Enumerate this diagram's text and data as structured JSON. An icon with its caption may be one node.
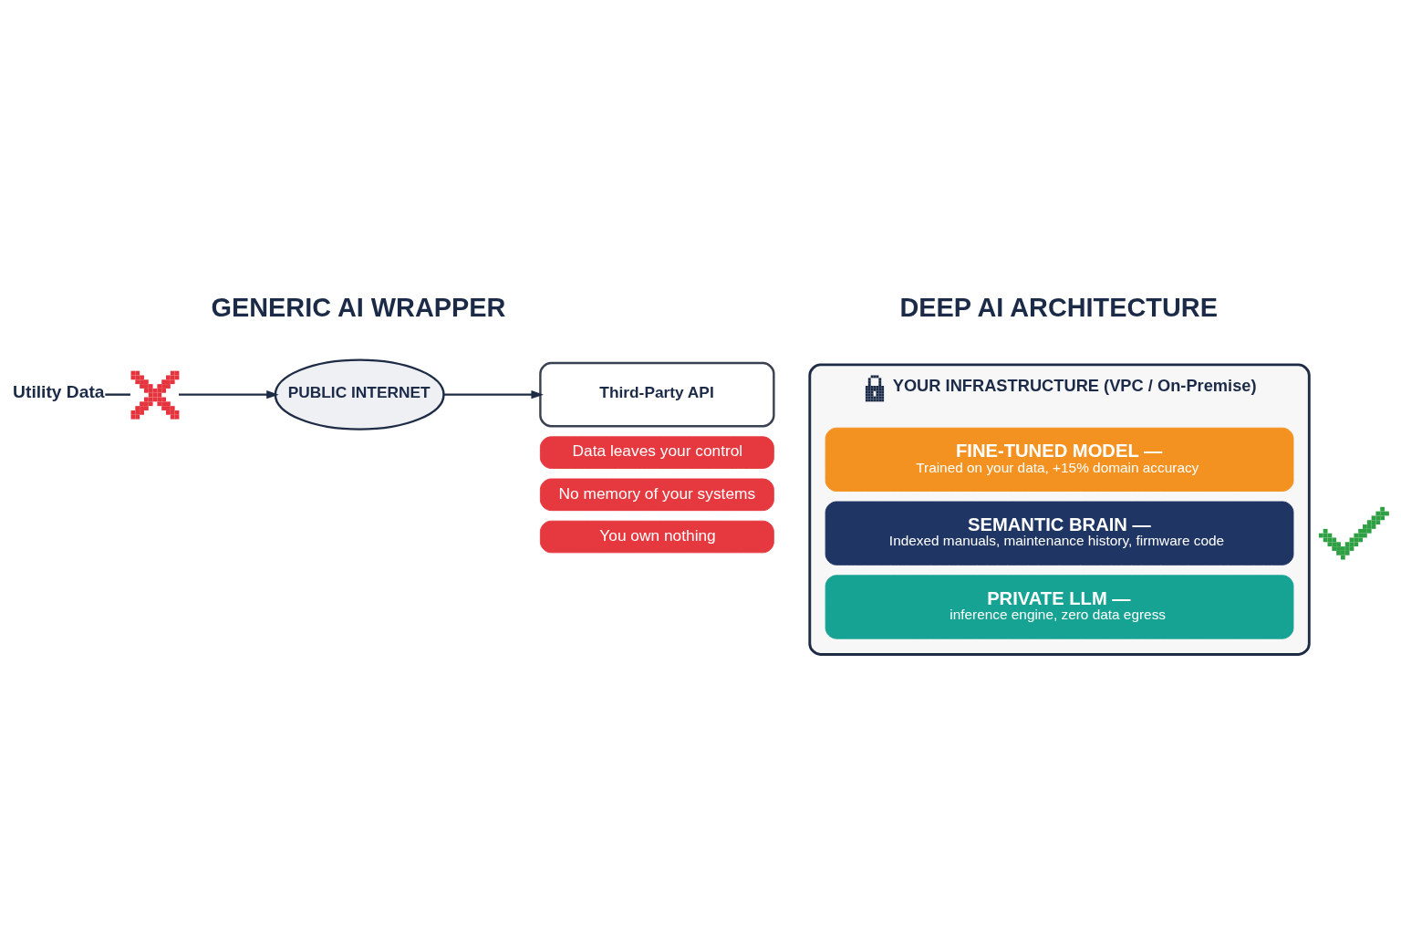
{
  "diagram": {
    "nodes": [
      {
        "text": [
          "Utility Data"
        ]
      },
      {
        "text": [],
        "shape": "cross"
      },
      {
        "text": [
          "PUBLIC INTERNET"
        ]
      },
      {
        "text": [
          "Third-Party API"
        ]
      },
      {
        "text": [
          "Data leaves your control"
        ]
      },
      {
        "text": [
          "No memory of your systems"
        ]
      },
      {
        "text": [
          "You own nothing"
        ]
      },
      {
        "text": [
          "YOUR INFRASTRUCTURE (VPC / On-Premise)"
        ]
      },
      {
        "text": [
          "FINE-TUNED MODEL —",
          "Trained on your data, +15% domain accuracy"
        ],
        "in": 7
      },
      {
        "text": [
          "SEMANTIC BRAIN —",
          "Indexed manuals, maintenance history, firmware code"
        ],
        "in": 7
      },
      {
        "text": [
          "PRIVATE LLM —",
          "inference engine, zero data egress"
        ],
        "in": 7
      }
    ],
    "edges": [
      {
        "from": 0,
        "to": 1,
        "arrow": "none"
      },
      {
        "from": 1,
        "to": 2,
        "arrow": "to"
      },
      {
        "from": 2,
        "to": 3,
        "arrow": "to"
      }
    ],
    "labels": [
      "GENERIC AI WRAPPER",
      "DEEP AI ARCHITECTURE"
    ]
  }
}
